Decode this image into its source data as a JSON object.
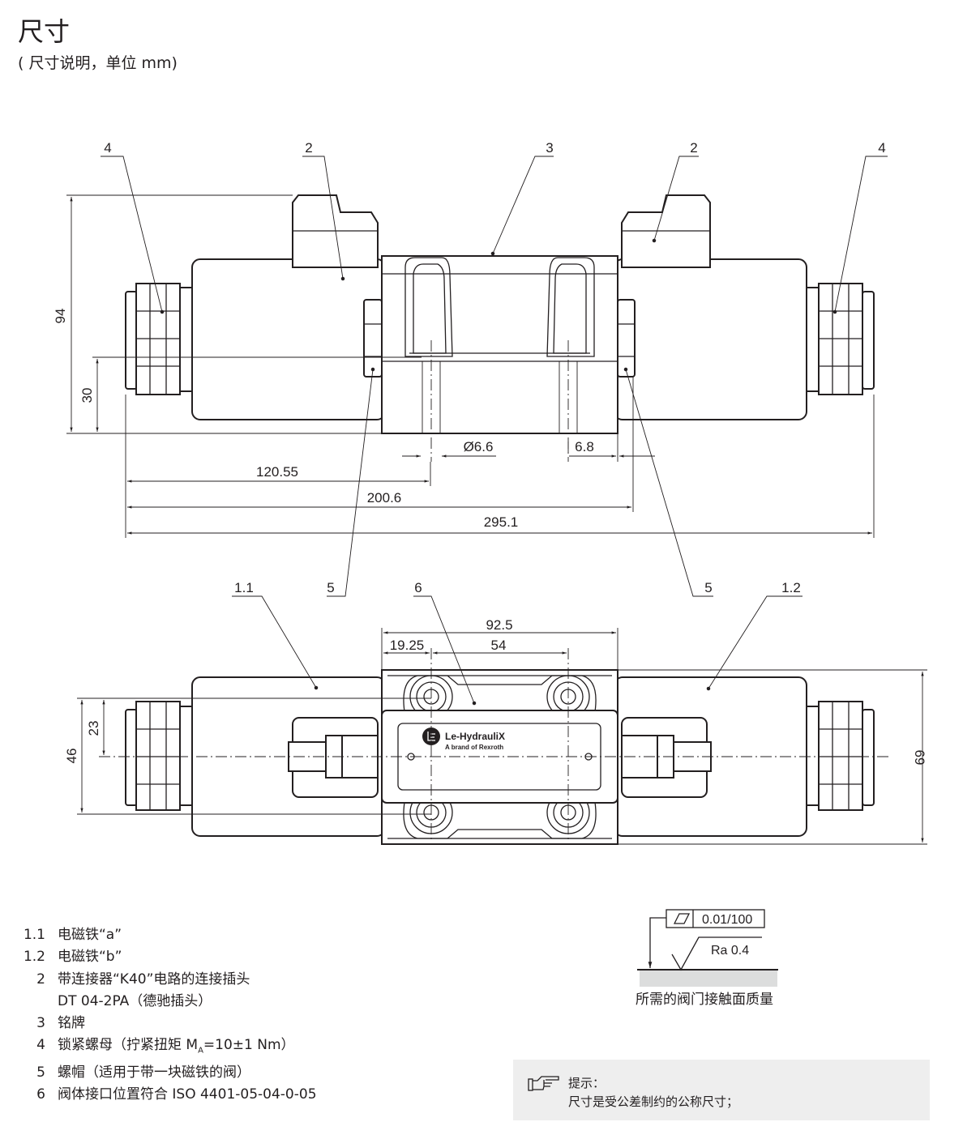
{
  "header": {
    "title": "尺寸",
    "subtitle": "( 尺寸说明，单位 mm)"
  },
  "top_view": {
    "callouts": [
      "4",
      "2",
      "3",
      "2",
      "4"
    ],
    "dimensions": {
      "height_total": "94",
      "height_axis": "30",
      "hole_dia": "Ø6.6",
      "hole_offset": "6.8",
      "len_1": "120.55",
      "len_2": "200.6",
      "len_3": "295.1"
    }
  },
  "bottom_view": {
    "callouts": [
      "1.1",
      "5",
      "6",
      "5",
      "1.2"
    ],
    "dimensions": {
      "body_width": "92.5",
      "hole_x": "19.25",
      "hole_spacing": "54",
      "height_46": "46",
      "height_23": "23",
      "height_69": "69"
    },
    "nameplate": {
      "brand": "Le-HydrauliX",
      "tagline": "A brand of Rexroth"
    }
  },
  "legend": [
    {
      "num": "1.1",
      "text": "电磁铁“a”"
    },
    {
      "num": "1.2",
      "text": "电磁铁“b”"
    },
    {
      "num": "2",
      "text": "带连接器“K40”电路的连接插头"
    },
    {
      "num": "",
      "text": "DT 04-2PA（德驰插头）"
    },
    {
      "num": "3",
      "text": "铭牌"
    },
    {
      "num": "4",
      "text_pre": "锁紧螺母（拧紧扭矩 M",
      "sub": "A",
      "text_post": "=10±1 Nm）"
    },
    {
      "num": "5",
      "text": "螺帽（适用于带一块磁铁的阀）"
    },
    {
      "num": "6",
      "text": "阀体接口位置符合 ISO 4401-05-04-0-05"
    }
  ],
  "surface": {
    "flatness": "0.01/100",
    "roughness": "Ra 0.4",
    "caption": "所需的阀门接触面质量"
  },
  "note": {
    "icon": "pointing-hand-icon",
    "label": "提示：",
    "text": "尺寸是受公差制约的公称尺寸；"
  }
}
